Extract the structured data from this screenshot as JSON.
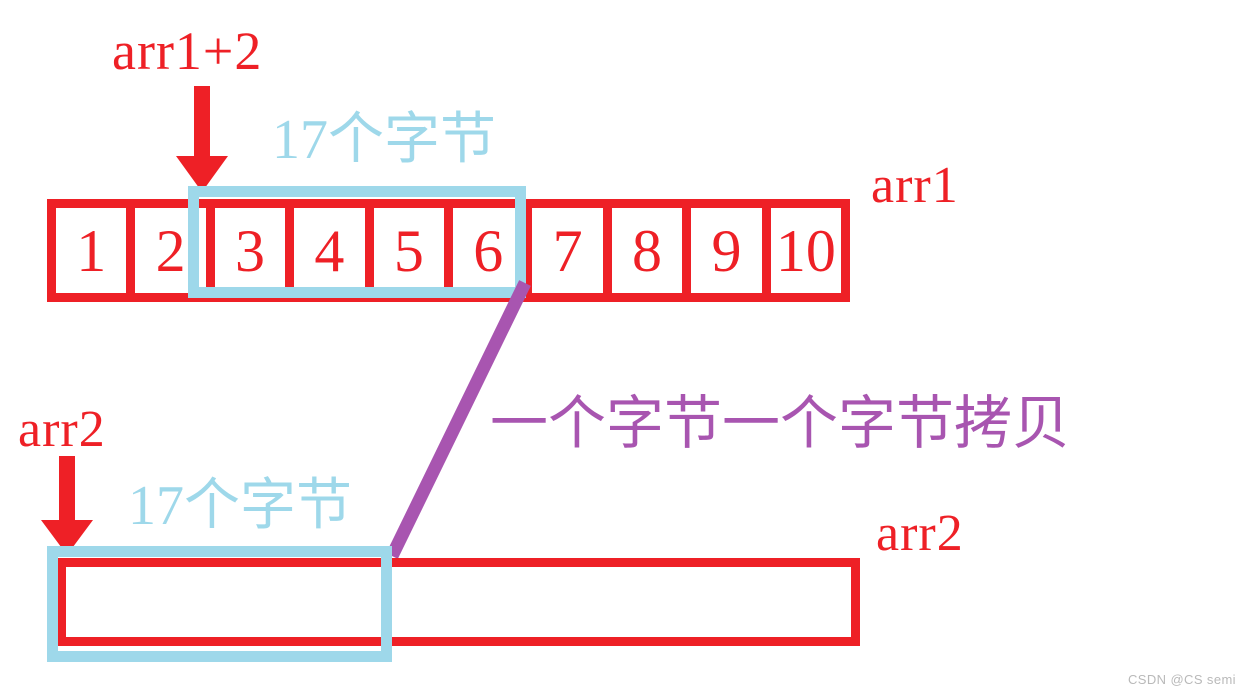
{
  "diagram": {
    "title_labels": {
      "arr1_plus_2": "arr1+2",
      "arr1_right": "arr1",
      "arr2_left": "arr2",
      "arr2_right": "arr2"
    },
    "annotations": {
      "bytes_top": "17个字节",
      "bytes_bottom": "17个字节",
      "copy_note": "一个字节一个字节拷贝"
    },
    "source_array": {
      "name": "arr1",
      "cells": [
        "1",
        "2",
        "3",
        "4",
        "5",
        "6",
        "7",
        "8",
        "9",
        "10"
      ]
    },
    "dest_array": {
      "name": "arr2",
      "cells": []
    },
    "colors": {
      "red": "#ee2026",
      "light_blue": "#9ed8ea",
      "purple": "#a855b0",
      "watermark_gray": "#b9b9b9",
      "background": "#ffffff"
    },
    "watermark": "CSDN @CS semi"
  }
}
